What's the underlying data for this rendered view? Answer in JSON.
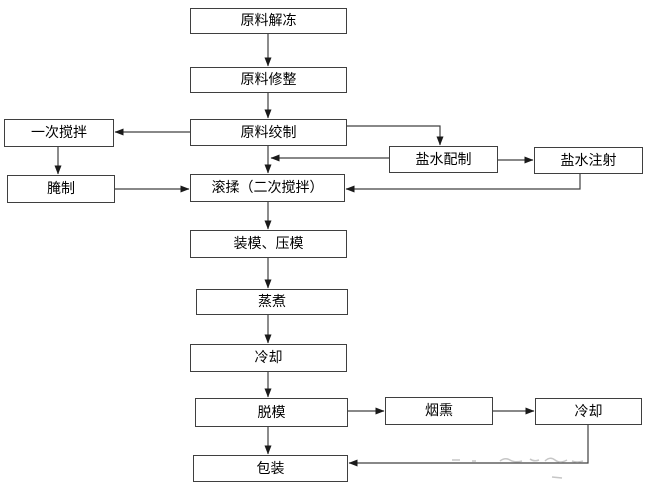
{
  "diagram": {
    "type": "flowchart",
    "language": "zh-CN",
    "colors": {
      "background": "#ffffff",
      "box_fill": "#ffffff",
      "box_border": "#3f3f3f",
      "connector": "#404040",
      "arrowhead": "#1a1a1a",
      "text": "#000000",
      "watermark": "#a8a8a8"
    },
    "nodes": {
      "thaw": {
        "label": "原料解冻"
      },
      "trim": {
        "label": "原料修整"
      },
      "grind": {
        "label": "原料绞制"
      },
      "mix1": {
        "label": "一次搅拌"
      },
      "cure": {
        "label": "腌制"
      },
      "brine_prep": {
        "label": "盐水配制"
      },
      "brine_inject": {
        "label": "盐水注射"
      },
      "tumble": {
        "label": "滚揉（二次搅拌）"
      },
      "mold": {
        "label": "装模、压模"
      },
      "steam": {
        "label": "蒸煮"
      },
      "cool1": {
        "label": "冷却"
      },
      "demold": {
        "label": "脱模"
      },
      "smoke": {
        "label": "烟熏"
      },
      "cool2": {
        "label": "冷却"
      },
      "pack": {
        "label": "包装"
      }
    },
    "edges": [
      {
        "from": "thaw",
        "to": "trim"
      },
      {
        "from": "trim",
        "to": "grind"
      },
      {
        "from": "grind",
        "to": "mix1"
      },
      {
        "from": "mix1",
        "to": "cure"
      },
      {
        "from": "cure",
        "to": "tumble"
      },
      {
        "from": "grind",
        "to": "tumble"
      },
      {
        "from": "grind",
        "to": "brine_prep"
      },
      {
        "from": "brine_prep",
        "to": "tumble"
      },
      {
        "from": "brine_prep",
        "to": "brine_inject"
      },
      {
        "from": "brine_inject",
        "to": "tumble"
      },
      {
        "from": "tumble",
        "to": "mold"
      },
      {
        "from": "mold",
        "to": "steam"
      },
      {
        "from": "steam",
        "to": "cool1"
      },
      {
        "from": "cool1",
        "to": "demold"
      },
      {
        "from": "demold",
        "to": "smoke"
      },
      {
        "from": "smoke",
        "to": "cool2"
      },
      {
        "from": "demold",
        "to": "pack"
      },
      {
        "from": "cool2",
        "to": "pack"
      }
    ]
  }
}
